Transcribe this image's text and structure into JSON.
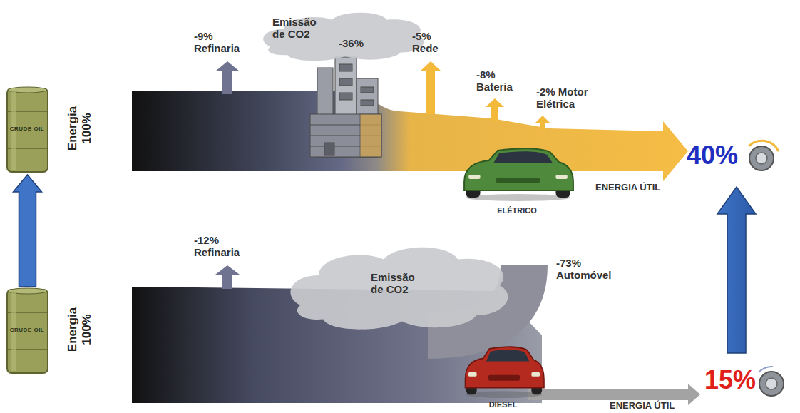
{
  "diagram": {
    "nodes": [
      {
        "text": [
          "CRUDE OIL"
        ]
      },
      {
        "text": [
          "Emissão de CO2",
          "-36%"
        ]
      },
      {
        "text": [
          "ELÉTRICO"
        ]
      },
      {
        "text": [
          "CRUDE OIL"
        ]
      },
      {
        "text": [
          "Emissão de CO2"
        ]
      },
      {
        "text": [
          "DIESEL"
        ]
      }
    ],
    "edges": [
      {
        "from": 3,
        "to": 0,
        "arrow": "to"
      }
    ],
    "labels": [
      "Energia 100%",
      "-9% Refinaria",
      "-5% Rede",
      "-8% Bateria",
      "-2% Motor Elétrica",
      "ENERGIA ÚTIL",
      "40%",
      "Energia 100%",
      "-12% Refinaria",
      "-73% Automóvel",
      "ENERGIA ÚTIL",
      "15%"
    ]
  }
}
